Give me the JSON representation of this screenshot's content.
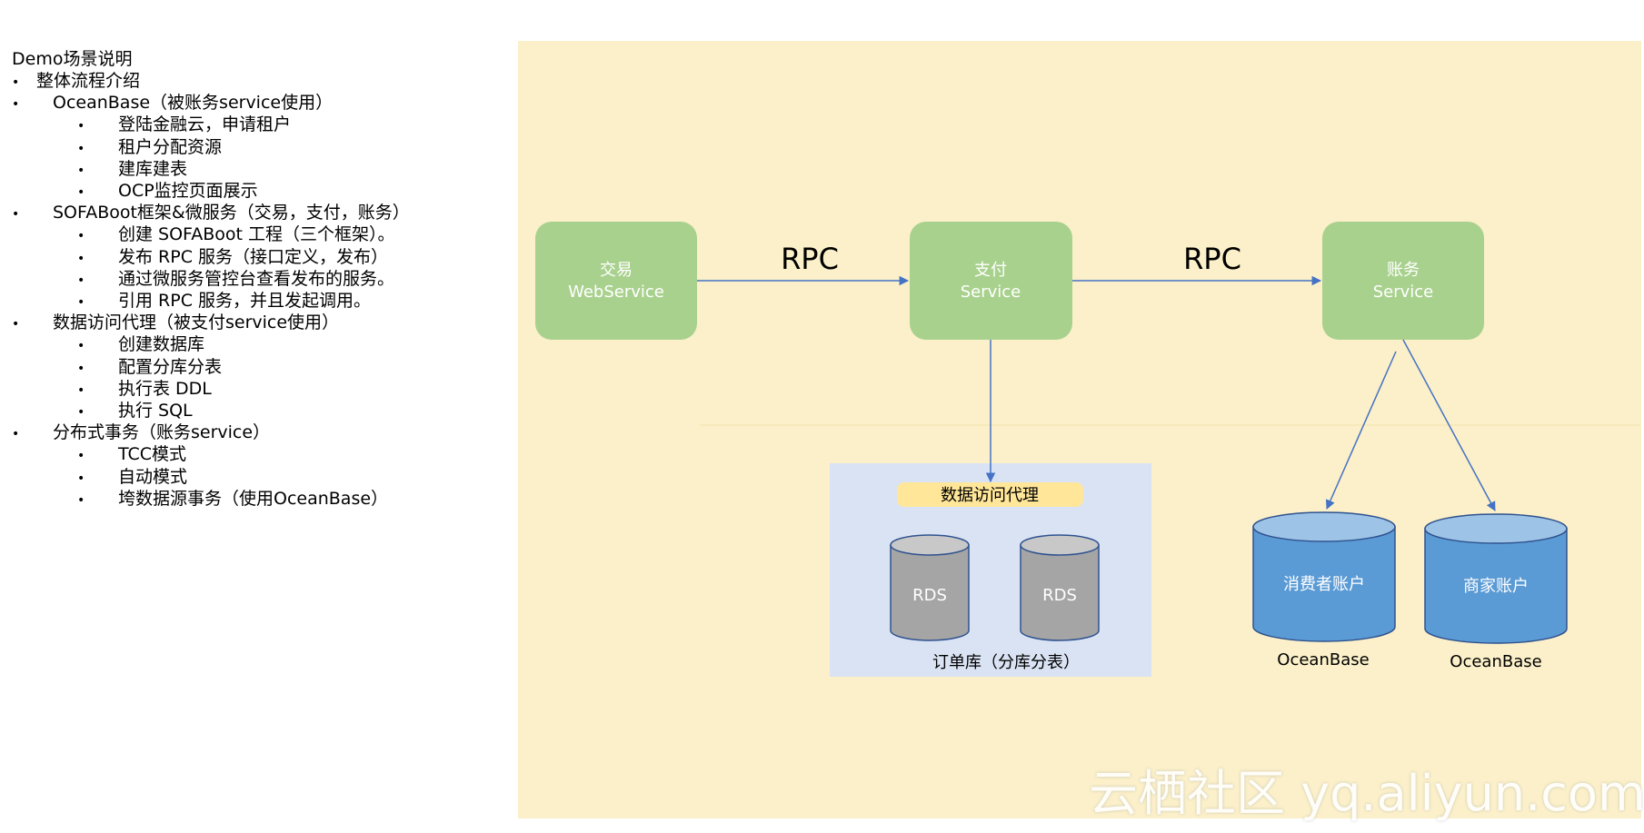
{
  "outline": {
    "heading": "Demo场景说明",
    "items": [
      {
        "level": 0,
        "text": "整体流程介绍"
      },
      {
        "level": 0,
        "text": "OceanBase（被账务service使用）"
      },
      {
        "level": 1,
        "text": "登陆金融云，申请租户"
      },
      {
        "level": 1,
        "text": "租户分配资源"
      },
      {
        "level": 1,
        "text": "建库建表"
      },
      {
        "level": 1,
        "text": "OCP监控页面展示"
      },
      {
        "level": 0,
        "text": "SOFABoot框架&微服务（交易，支付，账务）"
      },
      {
        "level": 1,
        "text": "创建 SOFABoot 工程（三个框架）。"
      },
      {
        "level": 1,
        "text": "发布 RPC 服务（接口定义，发布）"
      },
      {
        "level": 1,
        "text": "通过微服务管控台查看发布的服务。"
      },
      {
        "level": 1,
        "text": "引用 RPC 服务，并且发起调用。"
      },
      {
        "level": 0,
        "text": "数据访问代理（被支付service使用）"
      },
      {
        "level": 1,
        "text": "创建数据库"
      },
      {
        "level": 1,
        "text": "配置分库分表"
      },
      {
        "level": 1,
        "text": "执行表 DDL"
      },
      {
        "level": 1,
        "text": "执行 SQL"
      },
      {
        "level": 0,
        "text": "分布式事务（账务service）"
      },
      {
        "level": 1,
        "text": "TCC模式"
      },
      {
        "level": 1,
        "text": "自动模式"
      },
      {
        "level": 1,
        "text": "垮数据源事务（使用OceanBase）"
      }
    ]
  },
  "diagram": {
    "services": {
      "trade": {
        "line1": "交易",
        "line2": "WebService"
      },
      "pay": {
        "line1": "支付",
        "line2": "Service"
      },
      "account": {
        "line1": "账务",
        "line2": "Service"
      }
    },
    "rpc_label_1": "RPC",
    "rpc_label_2": "RPC",
    "dap": {
      "label": "数据访问代理",
      "db1": "RDS",
      "db2": "RDS",
      "caption": "订单库（分库分表）"
    },
    "oceanbase": {
      "db1": "消费者账户",
      "db1_caption": "OceanBase",
      "db2": "商家账户",
      "db2_caption": "OceanBase"
    }
  },
  "watermark": "云栖社区 yq.aliyun.com",
  "colors": {
    "panel_background": "#fbf0c9",
    "service_box": "#a9d18e",
    "arrow": "#4472c4",
    "dap_background": "#dae3f3",
    "dap_label_background": "#ffe699",
    "rds_cylinder": "#a5a5a5",
    "oceanbase_cylinder": "#5b9bd5"
  }
}
